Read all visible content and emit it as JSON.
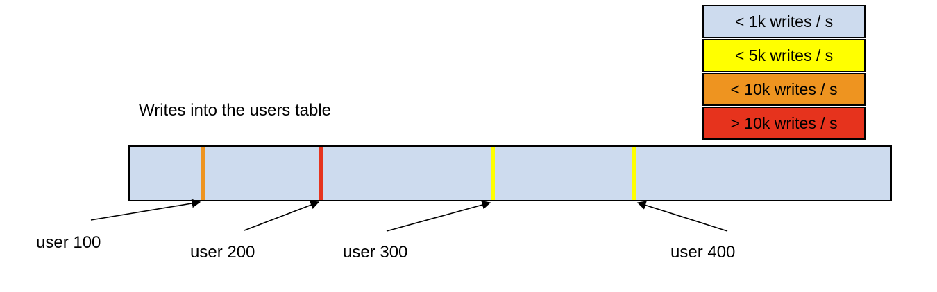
{
  "title": "Writes into the users table",
  "legend": {
    "items": [
      {
        "label": "< 1k writes / s",
        "color": "#cddbee"
      },
      {
        "label": "< 5k writes / s",
        "color": "#ffff00"
      },
      {
        "label": "< 10k writes / s",
        "color": "#ee9420"
      },
      {
        "label": "> 10k writes / s",
        "color": "#e6331d"
      }
    ]
  },
  "bar": {
    "fill": "#cddbee",
    "border_color": "#000000",
    "stripes": [
      {
        "user": "user 100",
        "color": "#ee9420",
        "rate": "< 10k writes / s"
      },
      {
        "user": "user 200",
        "color": "#e6331d",
        "rate": "> 10k writes / s"
      },
      {
        "user": "user 300",
        "color": "#ffff00",
        "rate": "< 5k writes / s"
      },
      {
        "user": "user 400",
        "color": "#ffff00",
        "rate": "< 5k writes / s"
      }
    ]
  }
}
